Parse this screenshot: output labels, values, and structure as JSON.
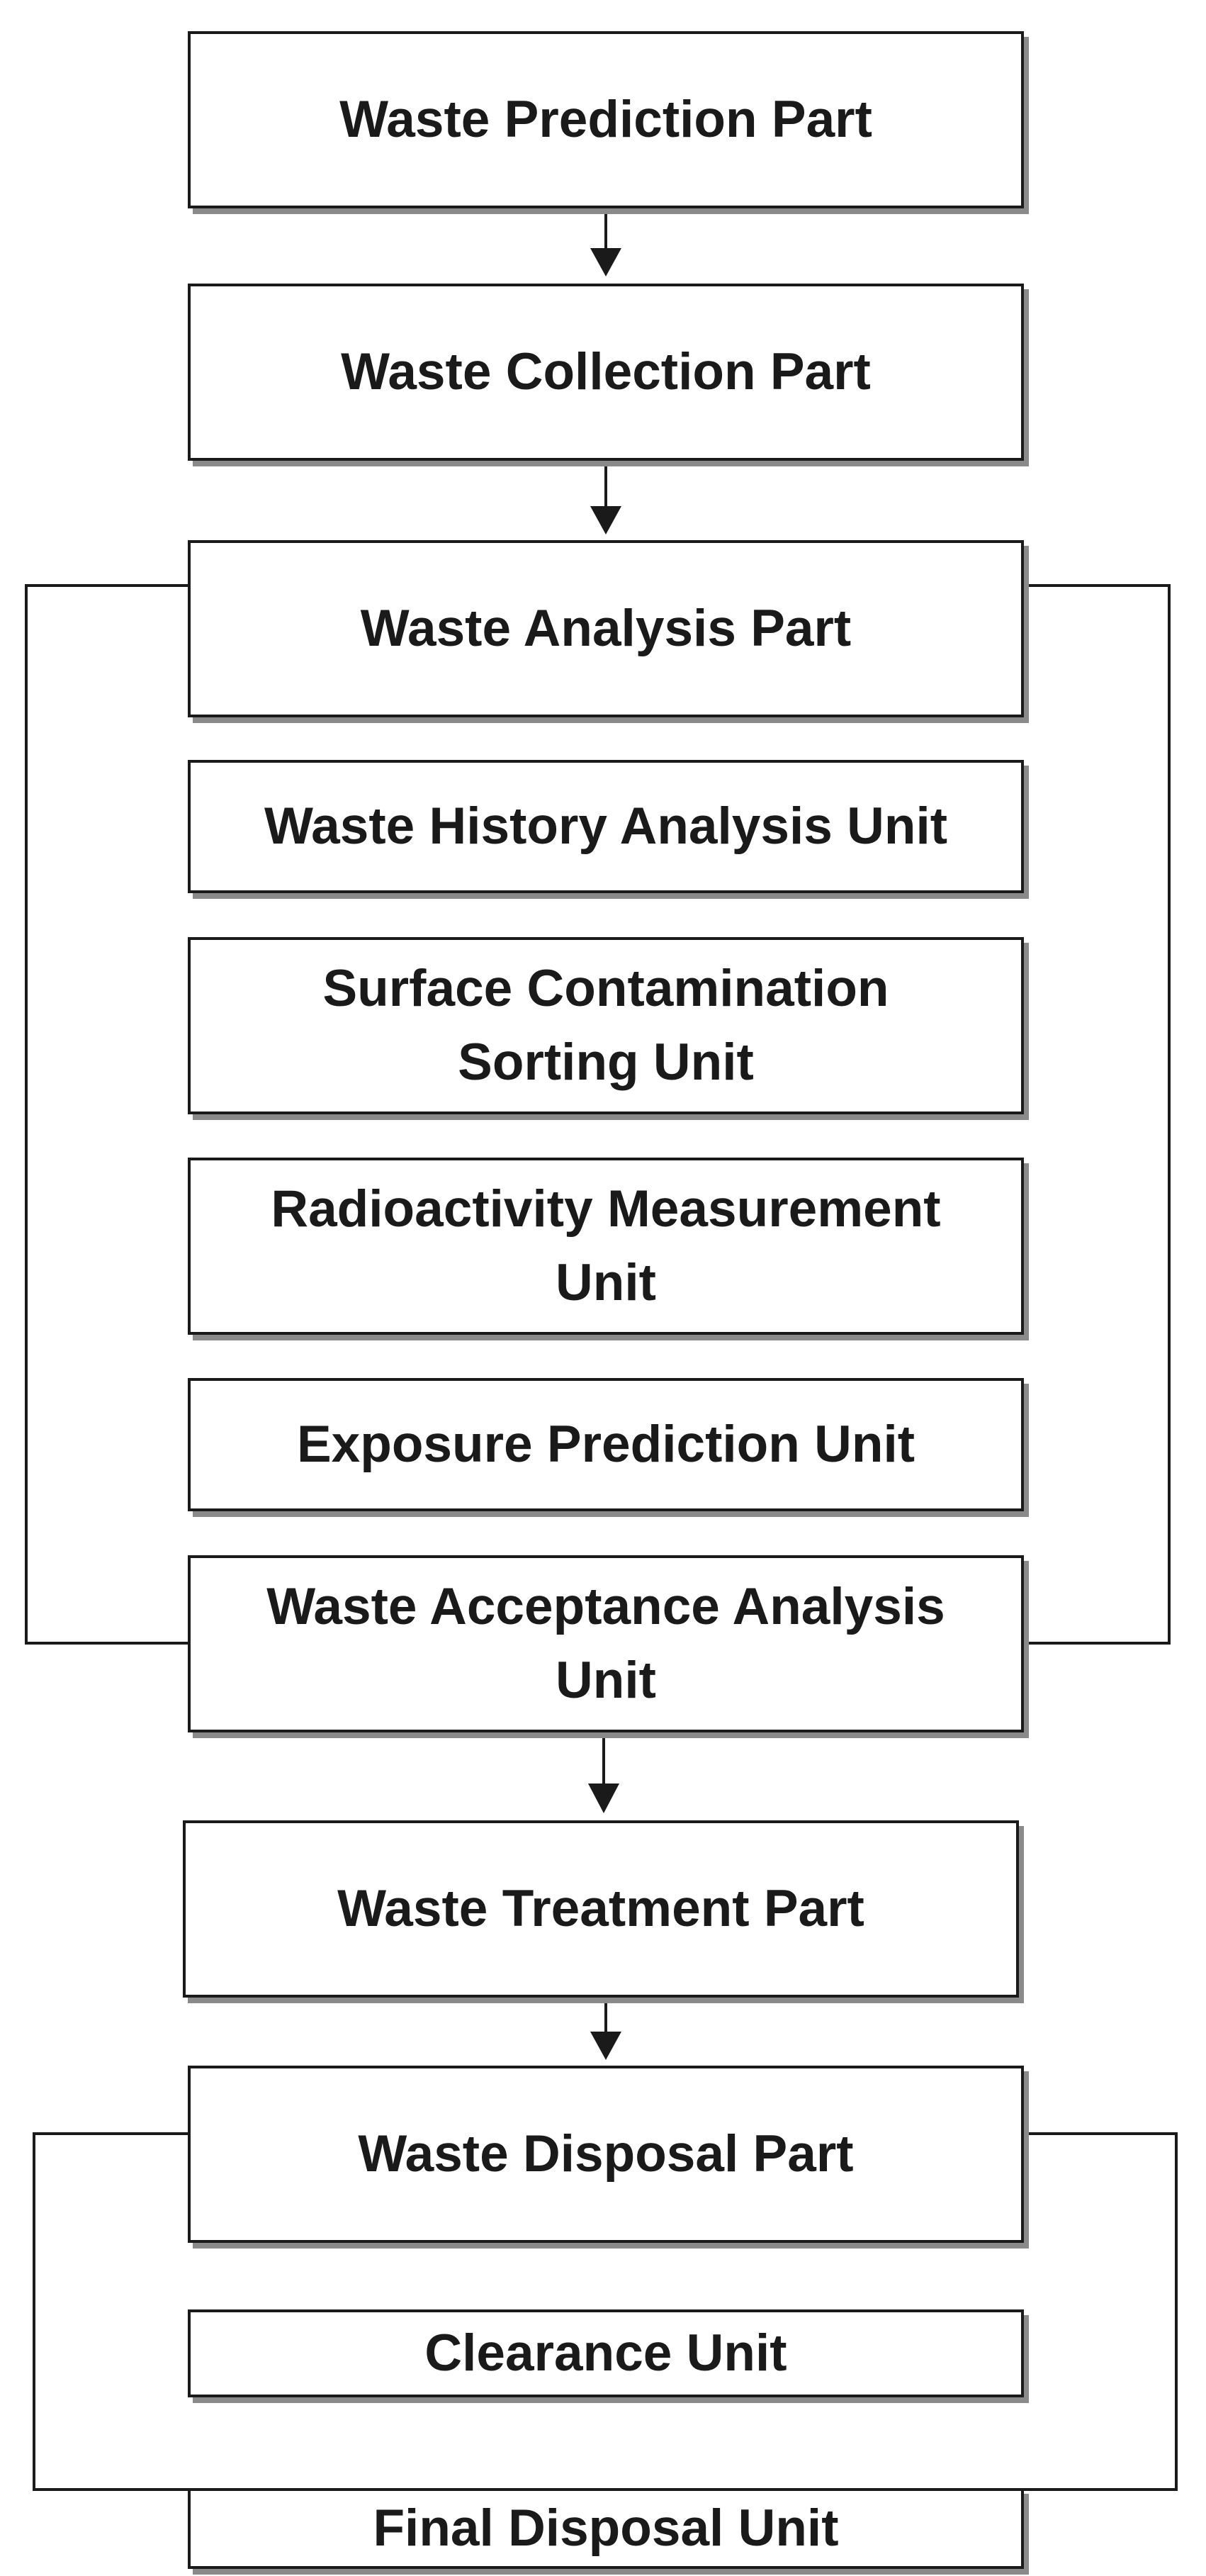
{
  "diagram": {
    "nodes": {
      "waste_prediction_part": "Waste Prediction Part",
      "waste_collection_part": "Waste Collection Part",
      "waste_analysis_part": "Waste Analysis Part",
      "waste_history_analysis_unit": "Waste History Analysis Unit",
      "surface_contamination_sorting_unit": "Surface Contamination\nSorting Unit",
      "radioactivity_measurement_unit": "Radioactivity Measurement\nUnit",
      "exposure_prediction_unit": "Exposure Prediction Unit",
      "waste_acceptance_analysis_unit": "Waste Acceptance Analysis\nUnit",
      "waste_treatment_part": "Waste Treatment Part",
      "waste_disposal_part": "Waste Disposal Part",
      "clearance_unit": "Clearance Unit",
      "final_disposal_unit": "Final Disposal Unit"
    },
    "edges": [
      {
        "from": "waste_prediction_part",
        "to": "waste_collection_part",
        "type": "arrow"
      },
      {
        "from": "waste_collection_part",
        "to": "waste_analysis_part",
        "type": "arrow"
      },
      {
        "from": "waste_analysis_part",
        "to": "waste_acceptance_analysis_unit",
        "type": "bracket-both-sides"
      },
      {
        "from": "waste_acceptance_analysis_unit",
        "to": "waste_treatment_part",
        "type": "arrow"
      },
      {
        "from": "waste_treatment_part",
        "to": "waste_disposal_part",
        "type": "arrow"
      },
      {
        "from": "waste_disposal_part",
        "to": "final_disposal_unit",
        "type": "bracket-both-sides"
      }
    ],
    "colors": {
      "line": "#1a1a1a",
      "shadow": "#8a8a8a",
      "box_fill": "#ffffff"
    }
  }
}
